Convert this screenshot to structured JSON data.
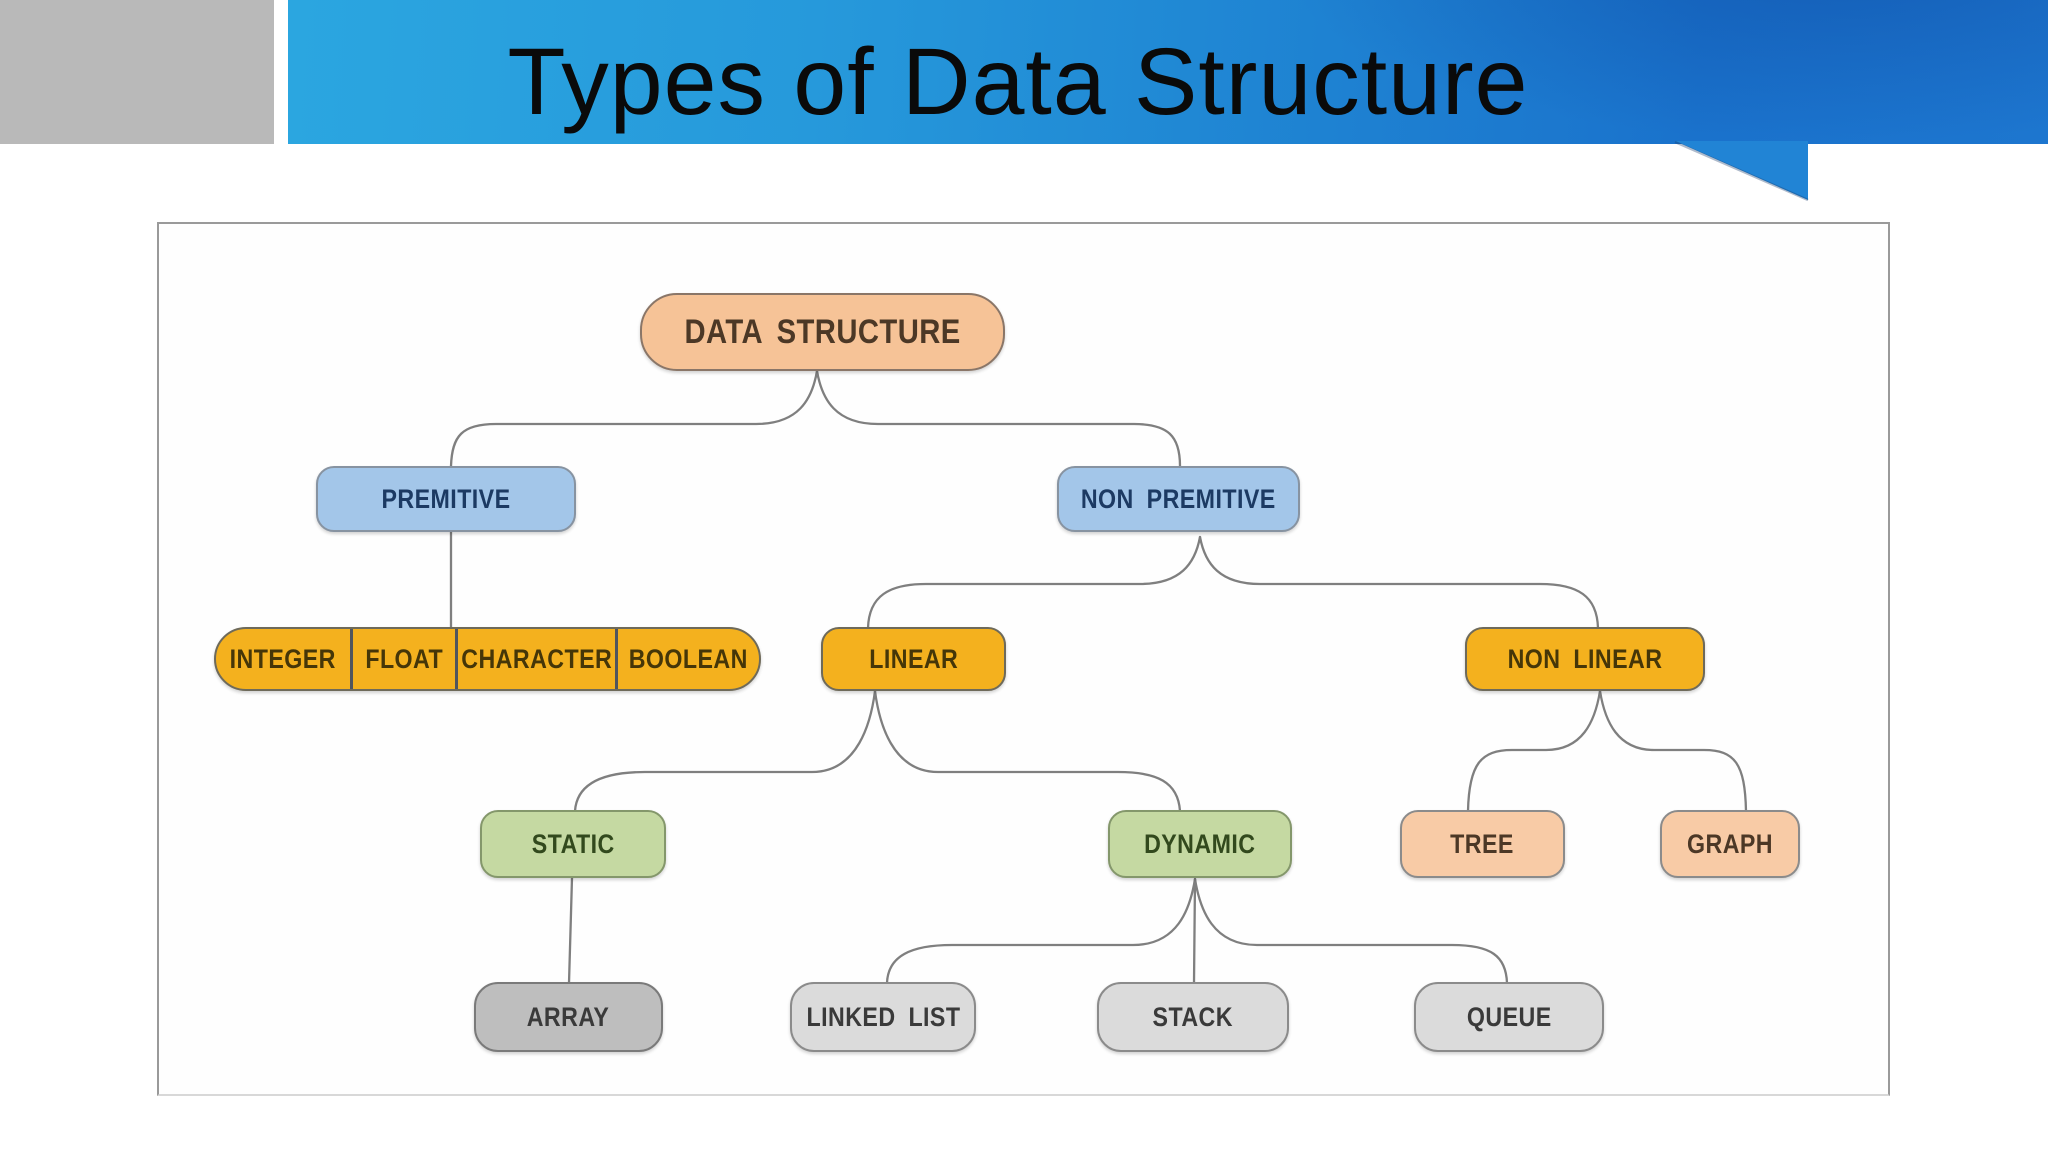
{
  "slide": {
    "title": "Types of Data Structure"
  },
  "header": {
    "banner_blue_left": "#2BA6E0",
    "banner_blue_right": "#1A72CC",
    "gray_block_color": "#B9B9B9",
    "title_color": "#0A0A0A"
  },
  "diagram": {
    "nodes": {
      "data_structure": "DATA STRUCTURE",
      "premitive": "PREMITIVE",
      "non_premitive": "NON PREMITIVE",
      "integer": "INTEGER",
      "float": "FLOAT",
      "character": "CHARACTER",
      "boolean": "BOOLEAN",
      "linear": "LINEAR",
      "non_linear": "NON LINEAR",
      "static": "STATIC",
      "dynamic": "DYNAMIC",
      "tree": "TREE",
      "graph": "GRAPH",
      "array": "ARRAY",
      "linked_list": "LINKED LIST",
      "stack": "STACK",
      "queue": "QUEUE"
    },
    "edges": [
      [
        "data_structure",
        "premitive"
      ],
      [
        "data_structure",
        "non_premitive"
      ],
      [
        "premitive",
        "primitive_types_bar"
      ],
      [
        "non_premitive",
        "linear"
      ],
      [
        "non_premitive",
        "non_linear"
      ],
      [
        "linear",
        "static"
      ],
      [
        "linear",
        "dynamic"
      ],
      [
        "non_linear",
        "tree"
      ],
      [
        "non_linear",
        "graph"
      ],
      [
        "static",
        "array"
      ],
      [
        "dynamic",
        "linked_list"
      ],
      [
        "dynamic",
        "stack"
      ],
      [
        "dynamic",
        "queue"
      ]
    ],
    "palette": {
      "root_fill": "#F6C397",
      "branch_blue_fill": "#A3C6E9",
      "amber_fill": "#F4B11E",
      "green_fill": "#C5D9A2",
      "leaf_peach_fill": "#F8CBA6",
      "gray_dark_fill": "#BEBEBE",
      "gray_light_fill": "#DBDBDB",
      "connector_color": "#7F7F7F"
    }
  }
}
